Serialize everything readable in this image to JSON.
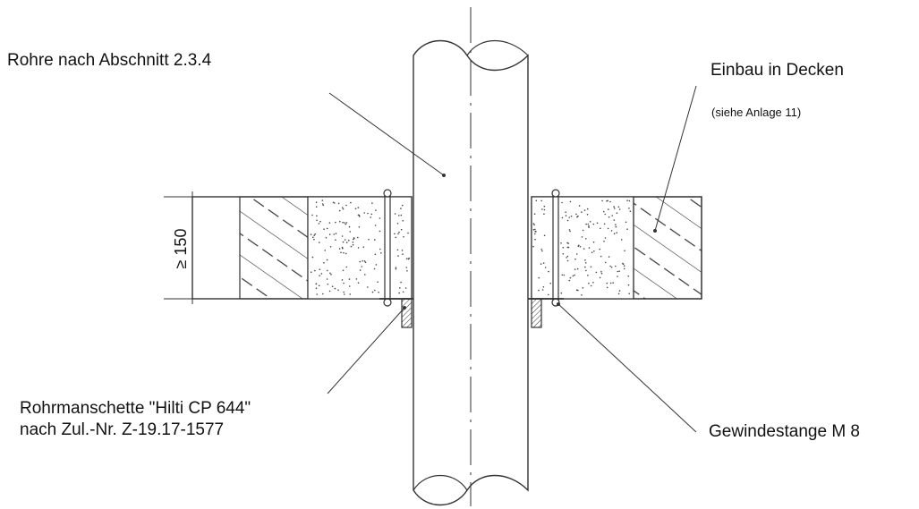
{
  "labels": {
    "pipe": "Rohre nach Abschnitt 2.3.4",
    "ceiling_title": "Einbau in Decken",
    "ceiling_reference": "(siehe Anlage 11)",
    "collar_line1": "Rohrmanschette \"Hilti CP 644\"",
    "collar_line2": "nach Zul.-Nr. Z-19.17-1577",
    "threaded_rod": "Gewindestange M 8",
    "thickness_dimension": "≥ 150"
  },
  "colors": {
    "line": "#333333",
    "background": "#ffffff"
  }
}
